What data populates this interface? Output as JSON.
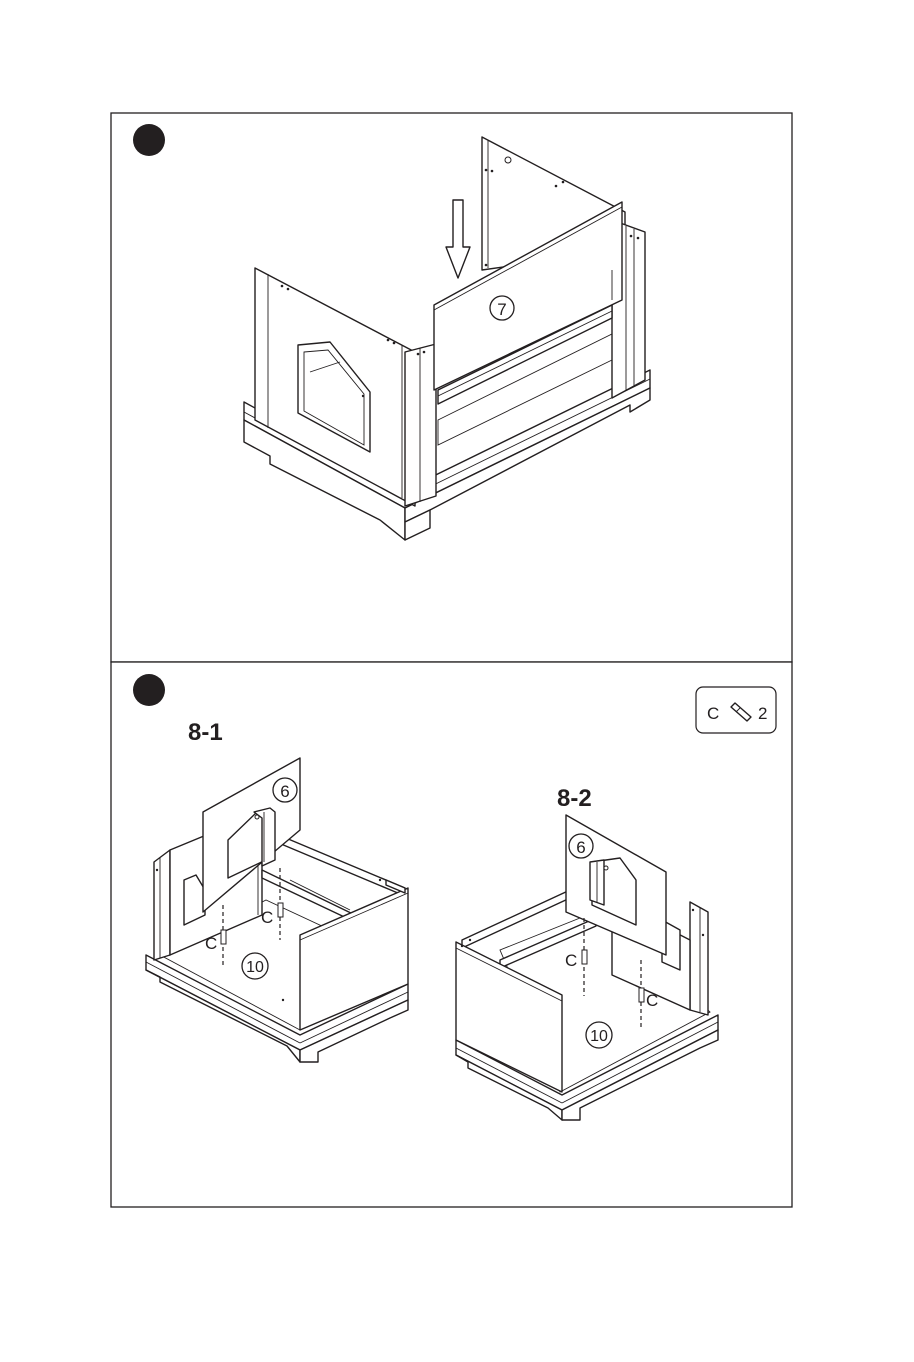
{
  "steps": [
    {
      "parts": {
        "panel": "7"
      }
    },
    {
      "hardware": {
        "letter": "C",
        "count": "2"
      },
      "substeps": [
        {
          "title": "8-1",
          "panel_top": "6",
          "panel_base": "10",
          "dowel_a": "C",
          "dowel_b": "C"
        },
        {
          "title": "8-2",
          "panel_top": "6",
          "panel_base": "10",
          "dowel_a": "C",
          "dowel_b": "C"
        }
      ]
    }
  ]
}
